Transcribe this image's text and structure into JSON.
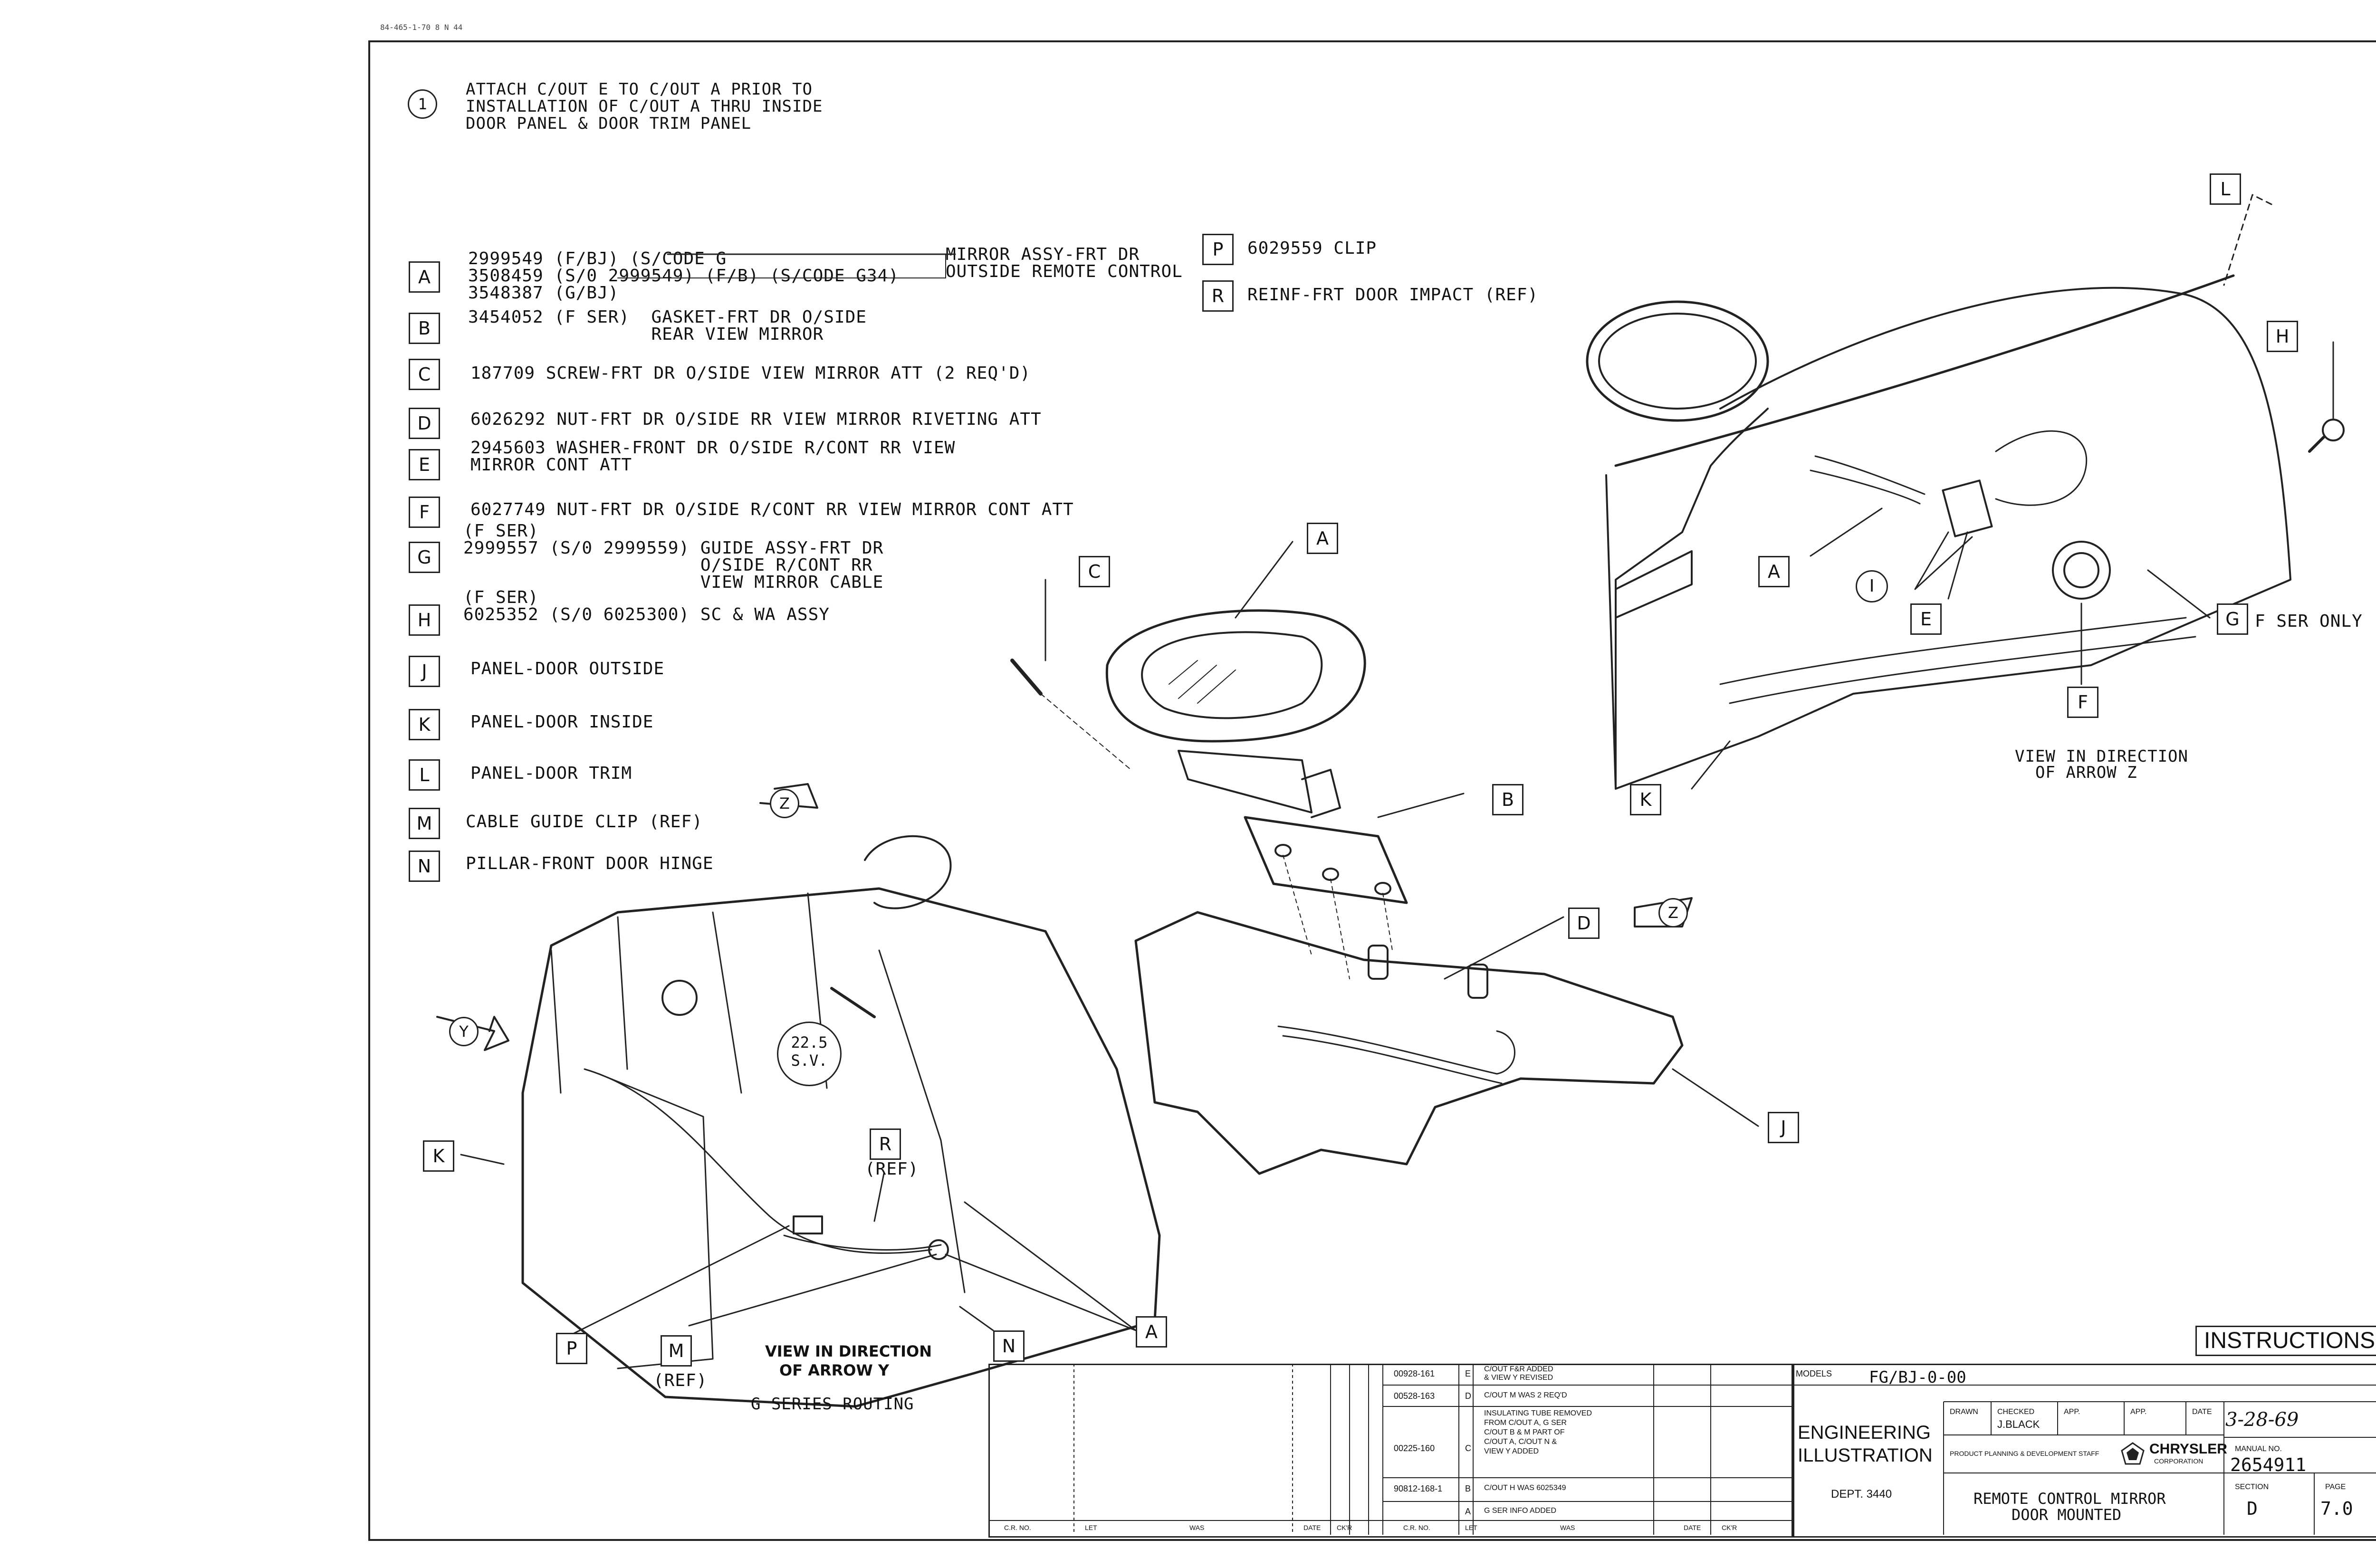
{
  "header_code": "84-465-1-70 8 N 44",
  "note": {
    "number": "1",
    "text": "ATTACH C/OUT E TO C/OUT A PRIOR TO\nINSTALLATION OF C/OUT A THRU INSIDE\nDOOR PANEL & DOOR TRIM PANEL"
  },
  "parts": [
    {
      "letter": "A",
      "text": "2999549 (F/BJ) (S/CODE G      \n3508459 (S/0 2999549) (F/B) (S/CODE G34)\n3548387 (G/BJ)"
    },
    {
      "letter": "B",
      "text": "3454052 (F SER)  GASKET-FRT DR O/SIDE\n                 REAR VIEW MIRROR"
    },
    {
      "letter": "C",
      "text": "187709 SCREW-FRT DR O/SIDE VIEW MIRROR ATT (2 REQ'D)"
    },
    {
      "letter": "D",
      "text": "6026292 NUT-FRT DR O/SIDE RR VIEW MIRROR RIVETING ATT"
    },
    {
      "letter": "E",
      "text": "2945603 WASHER-FRONT DR O/SIDE R/CONT RR VIEW\nMIRROR CONT ATT"
    },
    {
      "letter": "F",
      "text": "6027749 NUT-FRT DR O/SIDE R/CONT RR VIEW MIRROR CONT ATT"
    },
    {
      "letter": "G",
      "text": "(F SER)\n2999557 (S/0 2999559) GUIDE ASSY-FRT DR\n                      O/SIDE R/CONT RR\n                      VIEW MIRROR CABLE"
    },
    {
      "letter": "H",
      "text": "(F SER)\n6025352 (S/0 6025300) SC & WA ASSY"
    },
    {
      "letter": "J",
      "text": "PANEL-DOOR OUTSIDE"
    },
    {
      "letter": "K",
      "text": "PANEL-DOOR INSIDE"
    },
    {
      "letter": "L",
      "text": "PANEL-DOOR TRIM"
    },
    {
      "letter": "M",
      "text": "CABLE GUIDE CLIP (REF)"
    },
    {
      "letter": "N",
      "text": "PILLAR-FRONT DOOR HINGE"
    }
  ],
  "mirror_assy_label": "MIRROR ASSY-FRT DR\nOUTSIDE REMOTE CONTROL",
  "parts_right": [
    {
      "letter": "P",
      "text": "6029559 CLIP"
    },
    {
      "letter": "R",
      "text": "REINF-FRT DOOR IMPACT (REF)"
    }
  ],
  "callouts": {
    "A": "A",
    "B": "B",
    "C": "C",
    "D": "D",
    "E": "E",
    "F": "F",
    "G": "G",
    "H": "H",
    "I": "I",
    "J": "J",
    "K": "K",
    "L": "L",
    "M": "M",
    "N": "N",
    "P": "P",
    "R": "R",
    "Y": "Y",
    "Z": "Z"
  },
  "labels": {
    "f_ser_only": "F SER ONLY",
    "view_z": "VIEW IN DIRECTION\n  OF ARROW Z",
    "view_y_1": "VIEW IN DIRECTION",
    "view_y_2": "OF ARROW  Y",
    "g_series": "G SERIES ROUTING",
    "sv_1": "22.5",
    "sv_2": "S.V.",
    "ref": "(REF)",
    "r_ref": "(REF)"
  },
  "title_block": {
    "instructions": "INSTRUCTIONS",
    "models_label": "MODELS",
    "models_value": "FG/BJ-0-00",
    "dept_title_1": "ENGINEERING",
    "dept_title_2": "ILLUSTRATION",
    "dept": "DEPT. 3440",
    "drawn_label": "DRAWN",
    "checked_label": "CHECKED",
    "checked_value": "J.BLACK",
    "app_label": "APP.",
    "date_label": "DATE",
    "date_value": "3-28-69",
    "manual_label": "MANUAL NO.",
    "manual_value": "2654911",
    "staff": "PRODUCT PLANNING & DEVELOPMENT STAFF",
    "brand": "CHRYSLER",
    "brand_sub": "CORPORATION",
    "title_1": "REMOTE CONTROL MIRROR",
    "title_2": "DOOR MOUNTED",
    "section_label": "SECTION",
    "section_value": "D",
    "page_label": "PAGE",
    "page_value": "7.0"
  },
  "revisions": [
    {
      "cr": "00928-161",
      "let": "E",
      "was": "C/OUT F&R ADDED\n& VIEW Y REVISED"
    },
    {
      "cr": "00528-163",
      "let": "D",
      "was": "C/OUT M WAS 2 REQ'D"
    },
    {
      "cr": "00225-160",
      "let": "C",
      "was": "INSULATING TUBE REMOVED\nFROM C/OUT A, G SER\nC/OUT B & M PART OF\nC/OUT A, C/OUT N &\nVIEW Y ADDED"
    },
    {
      "cr": "90812-168-1",
      "let": "B",
      "was": "C/OUT H WAS 6025349"
    },
    {
      "cr": "",
      "let": "A",
      "was": "G SER INFO ADDED"
    }
  ],
  "rev_headers": {
    "cr": "C.R. NO.",
    "let": "LET",
    "was": "WAS",
    "date": "DATE",
    "chk": "CK'R"
  }
}
